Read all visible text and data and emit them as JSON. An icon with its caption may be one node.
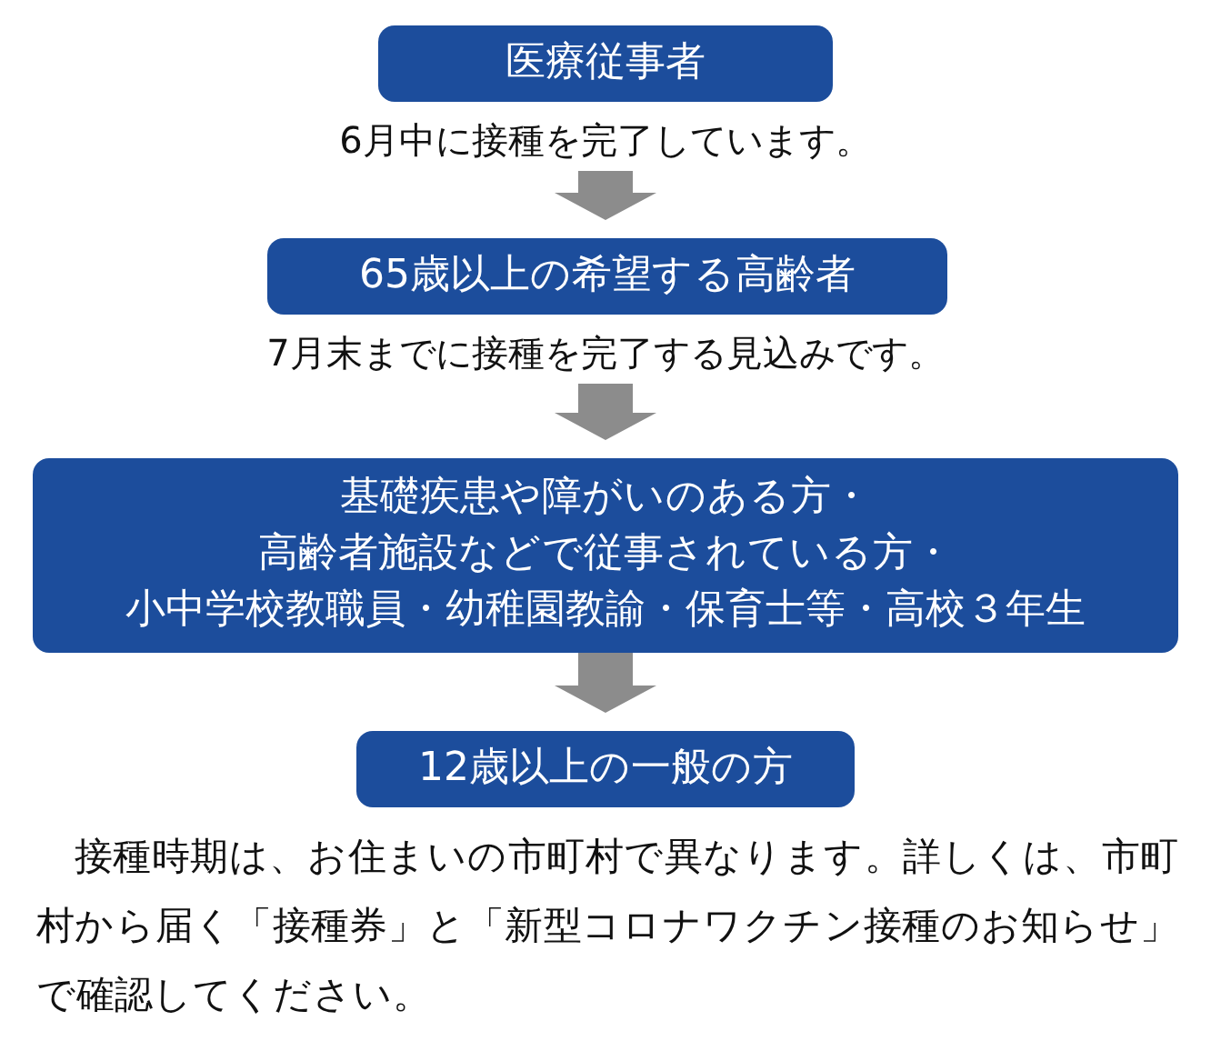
{
  "diagram": {
    "nodes": [
      {
        "text": [
          "医療従事者"
        ],
        "beside": [
          "6月中に接種を完了しています。"
        ]
      },
      {
        "text": [
          "65歳以上の希望する高齢者"
        ],
        "beside": [
          "7月末までに接種を完了する見込みです。"
        ]
      },
      {
        "text": [
          "基礎疾患や障がいのある方・",
          "高齢者施設などで従事されている方・",
          "小中学校教職員・幼稚園教諭・保育士等・高校３年生"
        ]
      },
      {
        "text": [
          "12歳以上の一般の方"
        ]
      }
    ],
    "edges": [
      {
        "from": 0,
        "to": 1,
        "arrow": "to"
      },
      {
        "from": 1,
        "to": 2,
        "arrow": "to"
      },
      {
        "from": 2,
        "to": 3,
        "arrow": "to"
      }
    ],
    "labels": [
      "接種時期は、お住まいの市町村で異なります。詳しくは、市町村から届く「接種券」と「新型コロナワクチン接種のお知らせ」で確認してください。"
    ]
  }
}
